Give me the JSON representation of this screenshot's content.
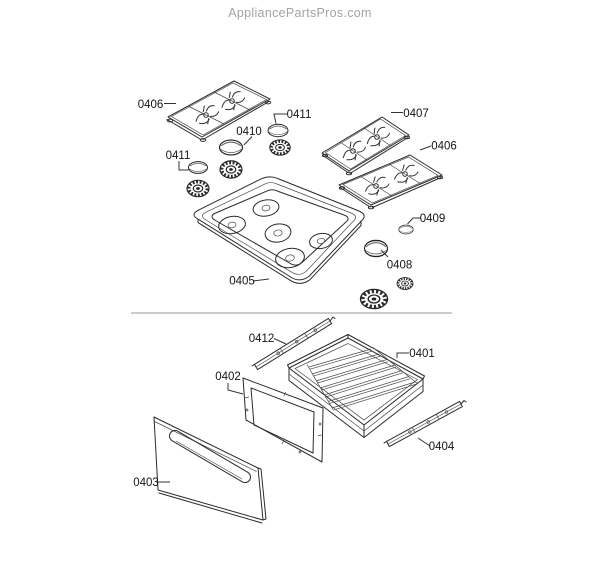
{
  "watermark": "AppliancePartsPros.com",
  "colors": {
    "background": "#ffffff",
    "line_art": "#2b2b2b",
    "label_text": "#151515",
    "watermark_text": "#a3a3a3",
    "divider": "#999999"
  },
  "labels": [
    {
      "part": "grate-left",
      "text": "0406"
    },
    {
      "part": "burner-cap-upper",
      "text": "0411"
    },
    {
      "part": "burner-cap-medium",
      "text": "0410"
    },
    {
      "part": "grate-mid-right",
      "text": "0407"
    },
    {
      "part": "grate-far-right",
      "text": "0406"
    },
    {
      "part": "burner-cap-lower",
      "text": "0411"
    },
    {
      "part": "burner-cap-small",
      "text": "0409"
    },
    {
      "part": "burner-cap-large",
      "text": "0408"
    },
    {
      "part": "main-top",
      "text": "0405"
    },
    {
      "part": "drawer-rail-left",
      "text": "0412"
    },
    {
      "part": "drawer-body",
      "text": "0401"
    },
    {
      "part": "drawer-inner-panel",
      "text": "0402"
    },
    {
      "part": "drawer-rail-right",
      "text": "0404"
    },
    {
      "part": "drawer-front-panel",
      "text": "0403"
    }
  ]
}
